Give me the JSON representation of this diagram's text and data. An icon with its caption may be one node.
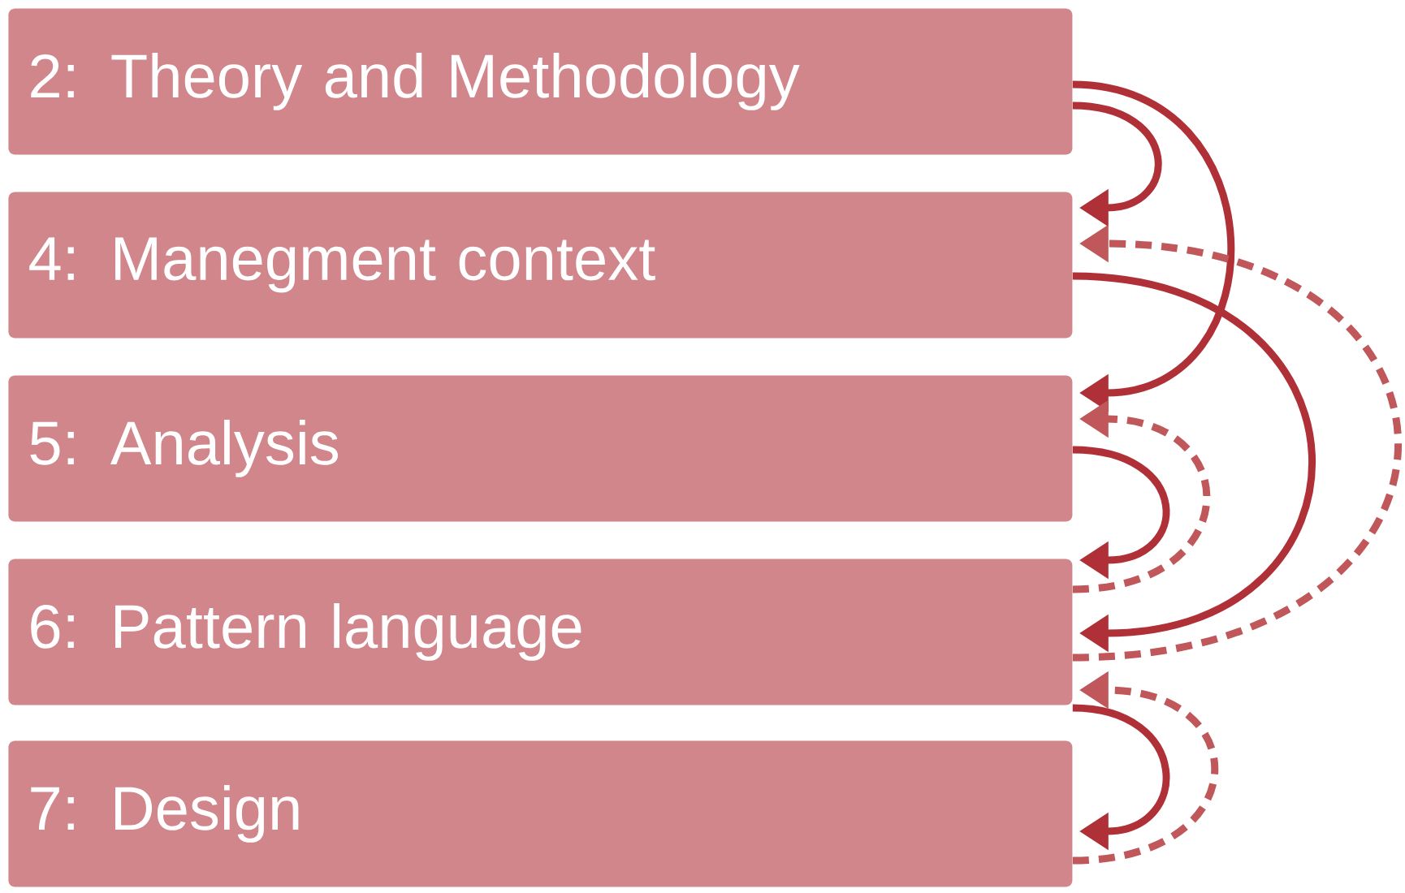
{
  "diagram": {
    "nodes": [
      {
        "text": [
          "2: Theory and Methodology"
        ]
      },
      {
        "text": [
          "4: Manegment context"
        ]
      },
      {
        "text": [
          "5: Analysis"
        ]
      },
      {
        "text": [
          "6: Pattern language"
        ]
      },
      {
        "text": [
          "7: Design"
        ]
      }
    ],
    "edges": [
      {
        "from": 0,
        "to": 1,
        "arrow": "to"
      },
      {
        "from": 0,
        "to": 2,
        "arrow": "to"
      },
      {
        "from": 1,
        "to": 3,
        "arrow": "to"
      },
      {
        "from": 2,
        "to": 3,
        "arrow": "to"
      },
      {
        "from": 3,
        "to": 4,
        "arrow": "to"
      },
      {
        "from": 3,
        "to": 1,
        "arrow": "to",
        "style": "dashed",
        "color": "#c0575a"
      },
      {
        "from": 3,
        "to": 2,
        "arrow": "to",
        "style": "dashed",
        "color": "#c0575a"
      },
      {
        "from": 4,
        "to": 3,
        "arrow": "to",
        "style": "dashed",
        "color": "#c0575a"
      }
    ]
  }
}
